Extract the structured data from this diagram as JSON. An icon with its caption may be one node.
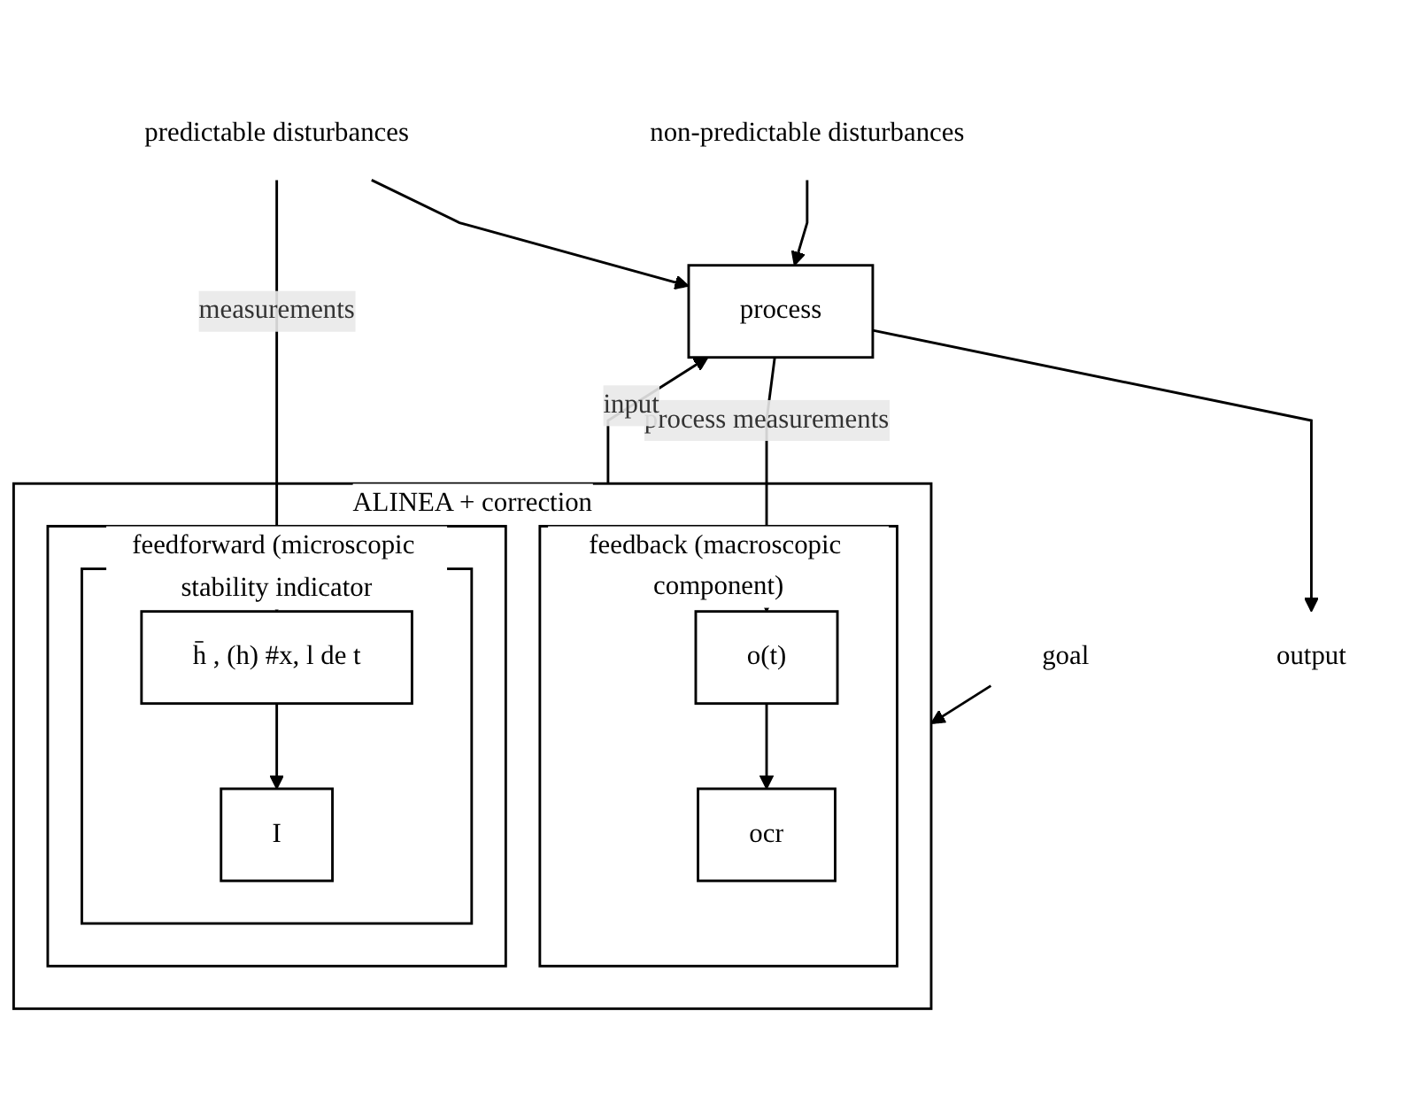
{
  "diagram": {
    "nodes": [
      {
        "text": [
          "non-predictable disturbances"
        ]
      },
      {
        "text": [
          "process"
        ]
      },
      {
        "text": [
          "output"
        ]
      },
      {
        "text": [
          "predictable disturbances"
        ]
      },
      {
        "text": [
          "ALINEA + correction"
        ]
      },
      {
        "text": [
          "feedforward (microscopic component)"
        ],
        "in": 4
      },
      {
        "text": [
          "stability indicator"
        ],
        "in": 5
      },
      {
        "text": [
          "I"
        ],
        "in": 6
      },
      {
        "text": [
          "h̄ , (h) #x, l de t"
        ],
        "in": 6
      },
      {
        "text": [
          "feedback (macroscopic component)"
        ],
        "in": 4
      },
      {
        "text": [
          "ocr"
        ],
        "in": 9
      },
      {
        "text": [
          "o(t)"
        ],
        "in": 9
      },
      {
        "text": [
          "goal"
        ]
      }
    ],
    "edges": [
      {
        "from": 0,
        "to": 1,
        "arrow": "to"
      },
      {
        "from": 3,
        "to": 1,
        "arrow": "to"
      },
      {
        "from": 3,
        "to": 8,
        "arrow": "to",
        "label": "measurements"
      },
      {
        "from": 1,
        "to": 2,
        "arrow": "to"
      },
      {
        "from": 1,
        "to": 11,
        "arrow": "to",
        "label": "process measurements"
      },
      {
        "from": 8,
        "to": 7,
        "arrow": "to"
      },
      {
        "from": 11,
        "to": 10,
        "arrow": "to"
      },
      {
        "from": 4,
        "to": 1,
        "arrow": "to",
        "label": "input"
      },
      {
        "from": 12,
        "to": 4,
        "arrow": "to"
      }
    ]
  }
}
